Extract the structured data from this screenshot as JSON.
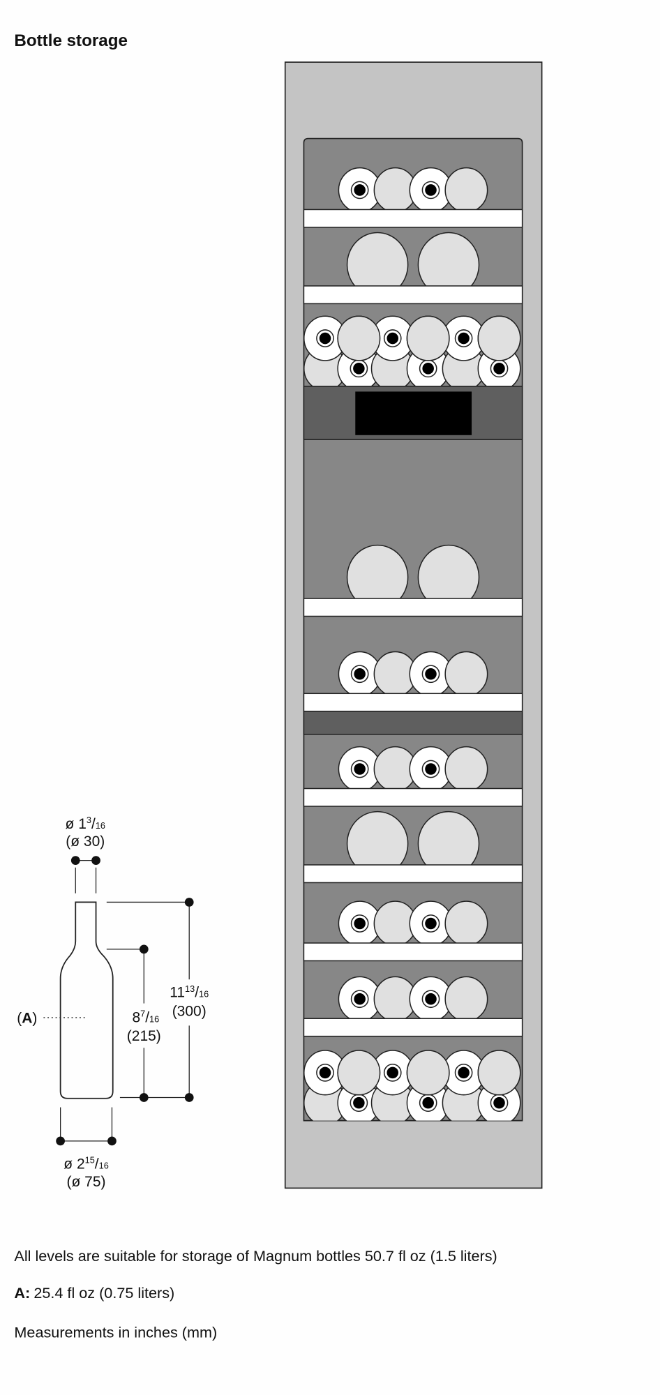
{
  "title": "Bottle storage",
  "bottle_diagram": {
    "neck_diameter": {
      "whole": "ø 1",
      "num": "3",
      "den": "16",
      "mm": "(ø 30)"
    },
    "total_height": {
      "whole": "11",
      "num": "13",
      "den": "16",
      "mm": "(300)"
    },
    "body_height": {
      "whole": "8",
      "num": "7",
      "den": "16",
      "mm": "(215)"
    },
    "body_diameter": {
      "whole": "ø 2",
      "num": "15",
      "den": "16",
      "mm": "(ø 75)"
    },
    "label_a": "A"
  },
  "notes": {
    "magnum": "All levels are suitable for storage of Magnum bottles 50.7 fl oz (1.5 liters)",
    "a_label": "A:",
    "a_value": "25.4 fl oz (0.75 liters)",
    "units": "Measurements in inches (mm)"
  },
  "colors": {
    "cabinet": "#c4c4c4",
    "interior": "#878787",
    "panel": "#5f5f5f",
    "shelf": "#ffffff",
    "bottle_base": "#e0e0e0",
    "display": "#000000"
  }
}
